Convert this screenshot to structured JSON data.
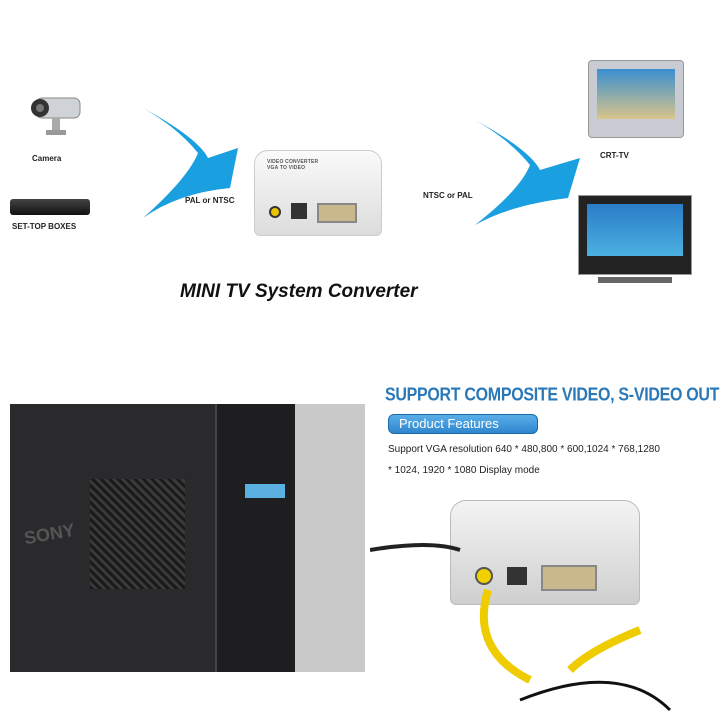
{
  "diagram": {
    "sources": [
      {
        "label": "Camera"
      },
      {
        "label": "SET-TOP BOXES"
      }
    ],
    "input_signal": "PAL or NTSC",
    "output_signal": "NTSC or PAL",
    "outputs": [
      {
        "label": "CRT-TV"
      }
    ],
    "title": "MINI TV System Converter",
    "device_print": "VIDEO CONVERTER VGA TO VIDEO",
    "arrow_color": "#1a9fe0"
  },
  "features": {
    "headline": "SUPPORT COMPOSITE VIDEO, S-VIDEO OUTPUT",
    "section_label": "Product Features",
    "line1": "Support VGA resolution 640 * 480,800 * 600,1024 * 768,1280",
    "line2": "* 1024, 1920 * 1080 Display mode"
  },
  "photo": {
    "brand": "SONY"
  }
}
